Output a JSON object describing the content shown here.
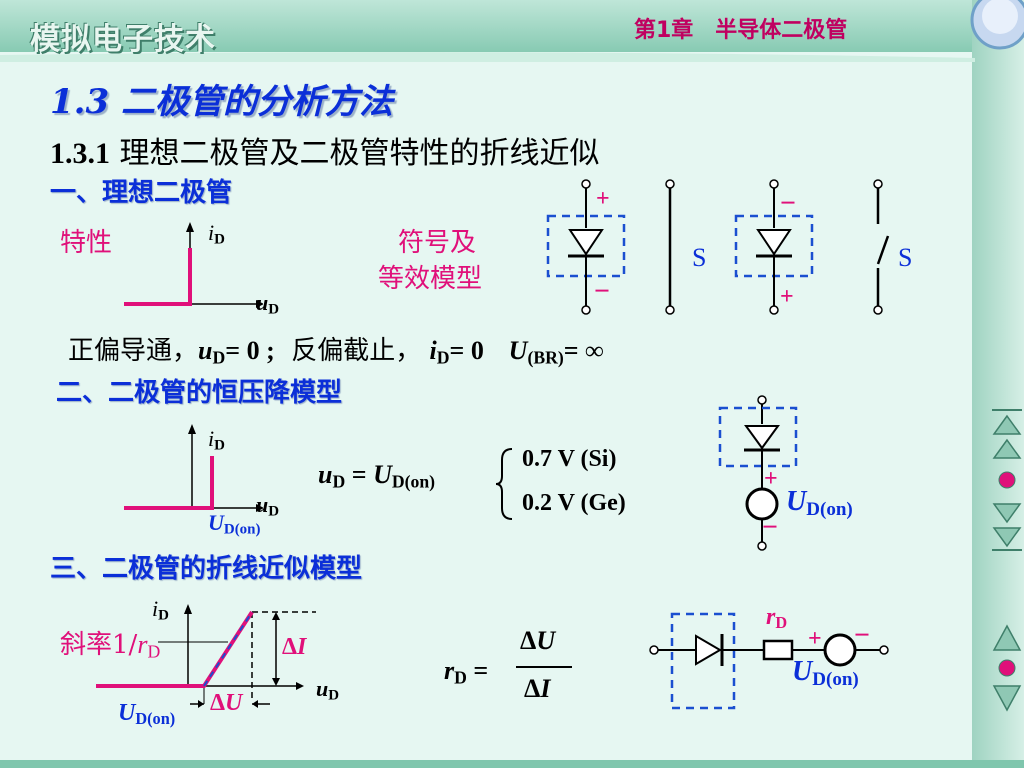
{
  "header": {
    "course": "模拟电子技术",
    "chapter": "第1章　半导体二极管"
  },
  "title": {
    "section": "1.3  二极管的分析方法",
    "subsection_num": "1.3.1",
    "subsection_text": "理想二极管及二极管特性的折线近似"
  },
  "ideal": {
    "heading": "一、理想二极管",
    "char_label": "特性",
    "symbol_label_1": "符号及",
    "symbol_label_2": "等效模型",
    "axis_i": "i",
    "axis_u": "u",
    "sub_D": "D",
    "switch_label": "S",
    "plus": "+",
    "minus": "−",
    "cond_forward": "正偏导通，",
    "cond_forward_eq": "= 0 ;",
    "cond_reverse": "反偏截止，",
    "cond_reverse_eq": "= 0",
    "ubr_sub": "(BR)",
    "ubr_eq": "= ∞"
  },
  "constant": {
    "heading": "二、二极管的恒压降模型",
    "udon_sub": "D(on)",
    "u": "U",
    "si": "0.7 V (Si)",
    "ge": "0.2 V (Ge)",
    "eq": "="
  },
  "piecewise": {
    "heading": "三、二极管的折线近似模型",
    "slope": "斜率1/",
    "r": "r",
    "delta": "Δ",
    "I": "I",
    "U": "U"
  },
  "colors": {
    "background": "#e6f7f2",
    "heading_blue": "#0b2fd8",
    "accent_pink": "#e0107a",
    "dashed_box": "#1a4fd0",
    "nav_green": "#8fc8b4"
  }
}
